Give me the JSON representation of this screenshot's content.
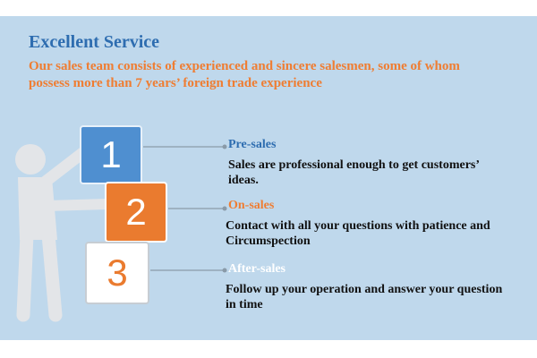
{
  "header": {
    "title": "Excellent Service",
    "subtitle": "Our sales team consists of experienced and sincere salesmen, some of whom possess more than 7 years’ foreign trade experience"
  },
  "steps": [
    {
      "number": "1",
      "label": "Pre-sales",
      "description": "Sales are professional enough to get customers’ ideas."
    },
    {
      "number": "2",
      "label": "On-sales",
      "description": "Contact with all your questions with patience and Circumspection"
    },
    {
      "number": "3",
      "label": "After-sales",
      "description": "Follow up your operation and answer your question in time"
    }
  ],
  "colors": {
    "background": "#bfd8ec",
    "title": "#2e6db0",
    "accent": "#ef7d32",
    "block_blue": "#4f8fd0",
    "block_orange": "#ea7b2f",
    "figure": "#e3e5e8"
  },
  "icons": [
    "stick-figure-icon"
  ]
}
